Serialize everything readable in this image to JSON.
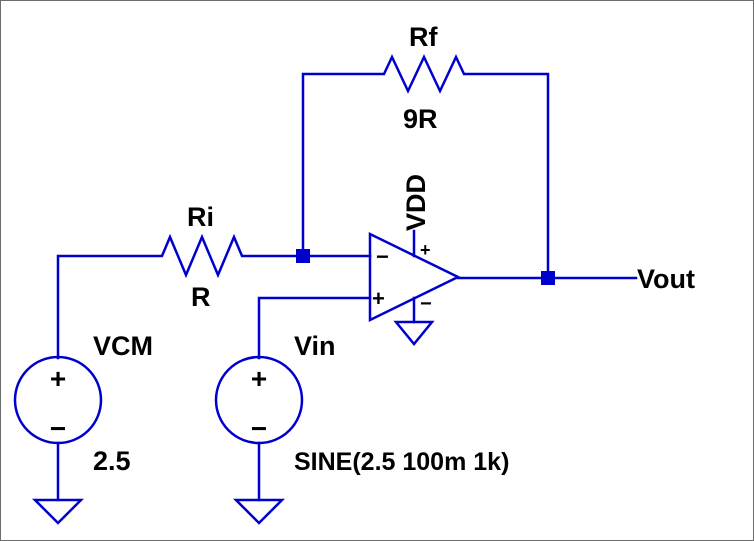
{
  "components": {
    "rf": {
      "name": "Rf",
      "value": "9R"
    },
    "ri": {
      "name": "Ri",
      "value": "R"
    },
    "opamp": {
      "supply_label": "VDD",
      "inv_sign": "−",
      "noninv_sign": "+",
      "vplus_sign": "+",
      "vminus_sign": "−"
    },
    "vcm": {
      "name": "VCM",
      "value": "2.5",
      "plus_sign": "+",
      "minus_sign": "−"
    },
    "vin": {
      "name": "Vin",
      "value": "SINE(2.5 100m 1k)",
      "plus_sign": "+",
      "minus_sign": "−"
    },
    "output": {
      "net_label": "Vout"
    }
  },
  "colors": {
    "wire": "#0000cc",
    "text": "#000000",
    "background": "#ffffff"
  }
}
